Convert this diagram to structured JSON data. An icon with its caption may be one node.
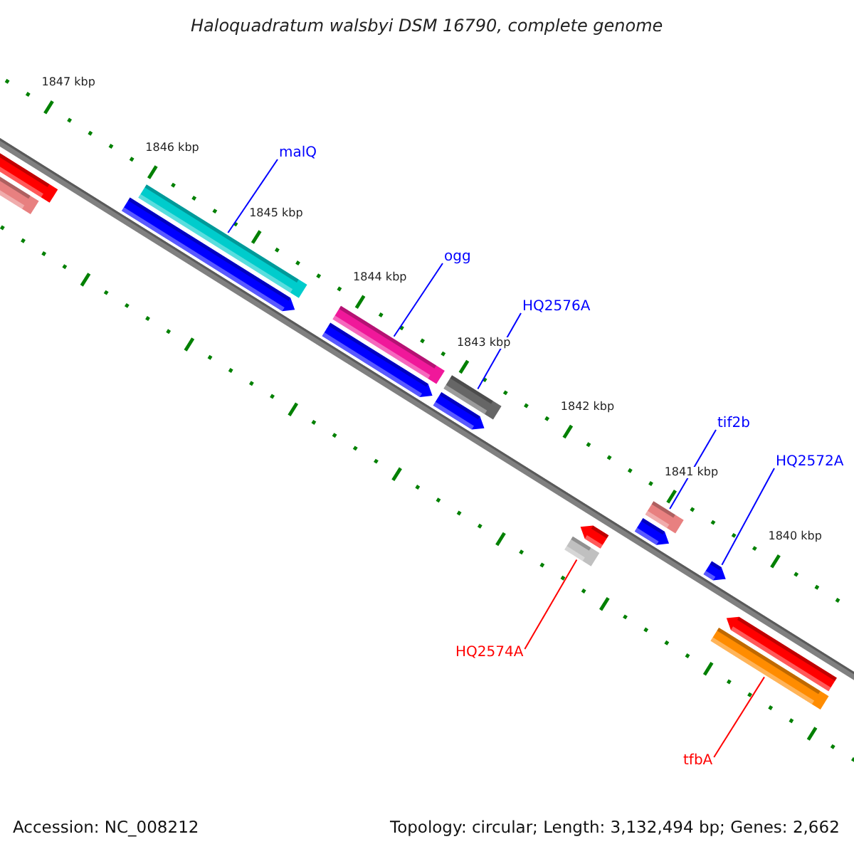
{
  "diagram": {
    "title": "Haloquadratum walsbyi DSM 16790, complete genome",
    "nodes": [
      {
        "text": [
          "malQ"
        ]
      },
      {
        "text": [],
        "shape": "bar"
      },
      {
        "text": [
          "ogg"
        ]
      },
      {
        "text": [],
        "shape": "bar"
      },
      {
        "text": [
          "HQ2576A"
        ]
      },
      {
        "text": [],
        "shape": "bar"
      },
      {
        "text": [
          "tif2b"
        ]
      },
      {
        "text": [],
        "shape": "bar"
      },
      {
        "text": [
          "HQ2572A"
        ]
      },
      {
        "text": [],
        "shape": "bar"
      },
      {
        "text": [
          "HQ2574A"
        ]
      },
      {
        "text": [],
        "shape": "bar"
      },
      {
        "text": [
          "tfbA"
        ]
      },
      {
        "text": [],
        "shape": "bar"
      }
    ],
    "edges": [
      {
        "from": 0,
        "to": 1,
        "arrow": "none"
      },
      {
        "from": 2,
        "to": 3,
        "arrow": "none"
      },
      {
        "from": 4,
        "to": 5,
        "arrow": "none"
      },
      {
        "from": 6,
        "to": 7,
        "arrow": "none"
      },
      {
        "from": 8,
        "to": 9,
        "arrow": "none"
      },
      {
        "from": 10,
        "to": 11,
        "arrow": "none",
        "color": "#ff0000"
      },
      {
        "from": 12,
        "to": 13,
        "arrow": "none",
        "color": "#ff0000"
      }
    ],
    "labels": [
      "1847 kbp",
      "1846 kbp",
      "1845 kbp",
      "1844 kbp",
      "1843 kbp",
      "1842 kbp",
      "1841 kbp",
      "1840 kbp",
      "Accession: NC_008212",
      "Topology: circular; Length: 3,132,494 bp; Genes: 2,662"
    ]
  }
}
